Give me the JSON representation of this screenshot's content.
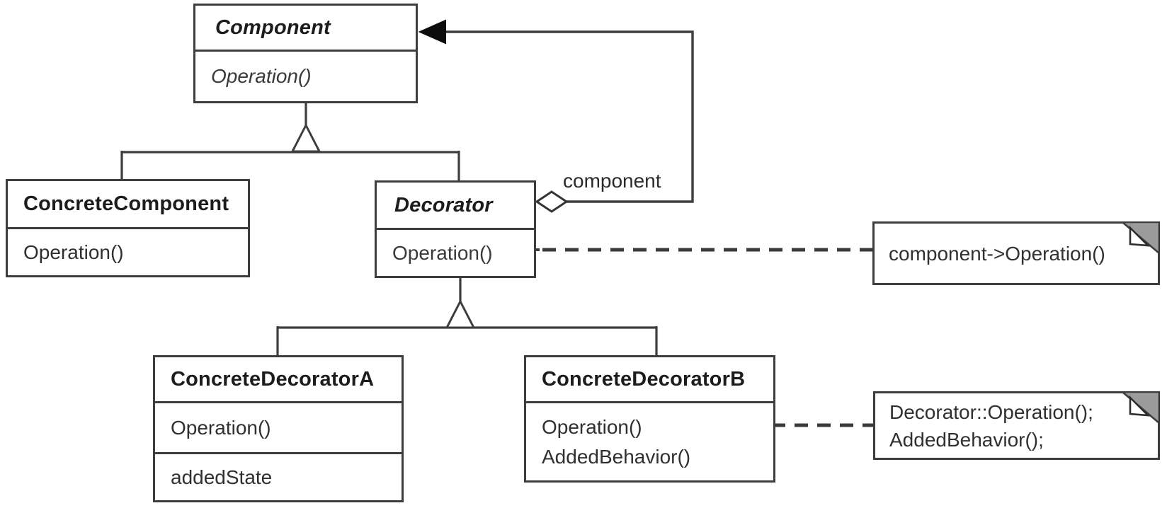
{
  "diagram_type": "uml-class-diagram",
  "classes": {
    "component": {
      "name": "Component",
      "abstract": true,
      "methods": [
        "Operation()"
      ]
    },
    "concrete_component": {
      "name": "ConcreteComponent",
      "abstract": false,
      "methods": [
        "Operation()"
      ]
    },
    "decorator": {
      "name": "Decorator",
      "abstract": true,
      "methods": [
        "Operation()"
      ]
    },
    "concrete_decorator_a": {
      "name": "ConcreteDecoratorA",
      "abstract": false,
      "methods": [
        "Operation()"
      ],
      "attributes": [
        "addedState"
      ]
    },
    "concrete_decorator_b": {
      "name": "ConcreteDecoratorB",
      "abstract": false,
      "methods": [
        "Operation()",
        "AddedBehavior()"
      ]
    }
  },
  "relations": {
    "aggregation_label": "component",
    "inheritance": [
      {
        "parent": "Component",
        "children": [
          "ConcreteComponent",
          "Decorator"
        ]
      },
      {
        "parent": "Decorator",
        "children": [
          "ConcreteDecoratorA",
          "ConcreteDecoratorB"
        ]
      }
    ],
    "aggregation": {
      "owner": "Decorator",
      "target": "Component"
    }
  },
  "notes": {
    "decorator_operation_note": {
      "lines": [
        "component->Operation()"
      ]
    },
    "concrete_decorator_b_note": {
      "lines": [
        "Decorator::Operation();",
        "AddedBehavior();"
      ]
    }
  },
  "colors": {
    "line": "#3d3d3d",
    "text": "#222222",
    "note_fold_gray": "#9b9b9b",
    "background": "#ffffff"
  }
}
